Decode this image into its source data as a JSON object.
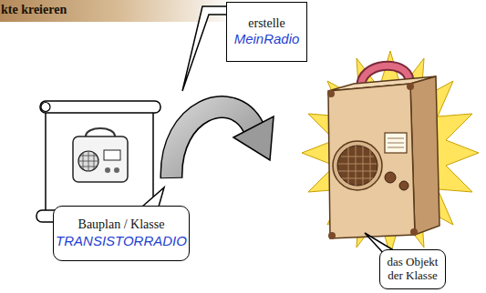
{
  "diagram": {
    "title": "kte kreieren",
    "nodes": [
      {
        "text": [
          "erstelle",
          "MeinRadio"
        ]
      },
      {
        "text": [
          "Bauplan / Klasse",
          "TRANSISTORRADIO"
        ]
      },
      {
        "text": [
          "das Objekt der Klasse"
        ]
      }
    ]
  }
}
